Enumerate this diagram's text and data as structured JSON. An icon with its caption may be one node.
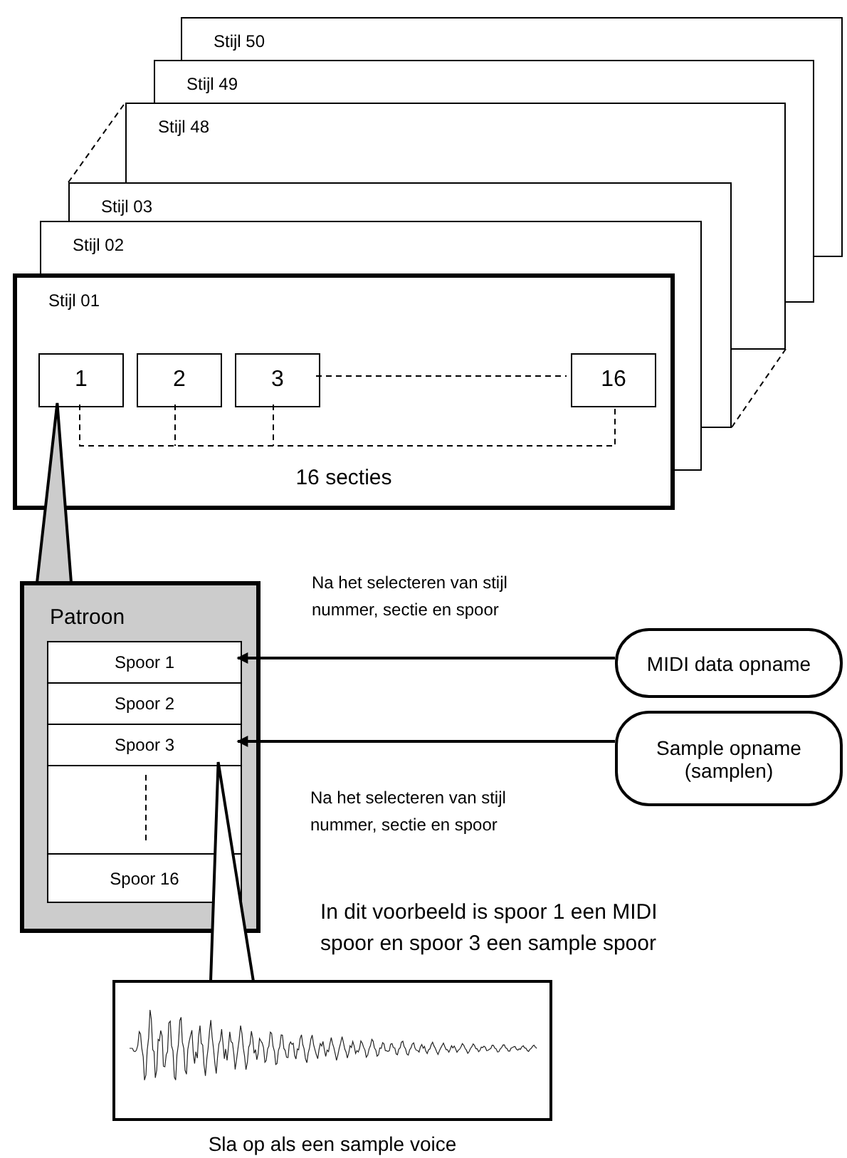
{
  "diagram": {
    "nodes": [
      {
        "text": [
          "Stijl 50"
        ]
      },
      {
        "text": [
          "Stijl 49"
        ]
      },
      {
        "text": [
          "Stijl 48"
        ]
      },
      {
        "text": [
          "Stijl 03"
        ]
      },
      {
        "text": [
          "Stijl 02"
        ]
      },
      {
        "text": [
          "Stijl 01"
        ]
      },
      {
        "text": [
          "1"
        ],
        "in": 5
      },
      {
        "text": [
          "2"
        ],
        "in": 5
      },
      {
        "text": [
          "3"
        ],
        "in": 5
      },
      {
        "text": [
          "16"
        ],
        "in": 5
      },
      {
        "text": [
          "Patroon"
        ]
      },
      {
        "text": [
          "Spoor 1"
        ],
        "in": 10
      },
      {
        "text": [
          "Spoor 2"
        ],
        "in": 10
      },
      {
        "text": [
          "Spoor 3"
        ],
        "in": 10
      },
      {
        "text": [],
        "shape": "box",
        "in": 10
      },
      {
        "text": [
          "Spoor 16"
        ],
        "in": 10
      },
      {
        "text": [
          "MIDI data opname"
        ]
      },
      {
        "text": [
          "Sample opname (samplen)"
        ]
      },
      {
        "text": [],
        "shape": "picture",
        "beside": [
          "Sla op als een sample voice"
        ]
      }
    ],
    "edges": [
      {
        "from": 3,
        "to": 2,
        "arrow": "none",
        "style": "dashed"
      },
      {
        "from": 6,
        "to": 10,
        "arrow": "none"
      },
      {
        "from": 8,
        "to": 9,
        "arrow": "none",
        "style": "dashed"
      },
      {
        "from": 16,
        "to": 11,
        "arrow": "to",
        "label": "Na het selecteren van stijl nummer, sectie en spoor"
      },
      {
        "from": 17,
        "to": 13,
        "arrow": "to",
        "label": "Na het selecteren van stijl nummer, sectie en spoor"
      },
      {
        "from": 13,
        "to": 18,
        "arrow": "none"
      }
    ],
    "labels": [
      "16 secties",
      "In dit voorbeeld is spoor 1 een MIDI spoor en spoor 3 een sample spoor"
    ]
  }
}
